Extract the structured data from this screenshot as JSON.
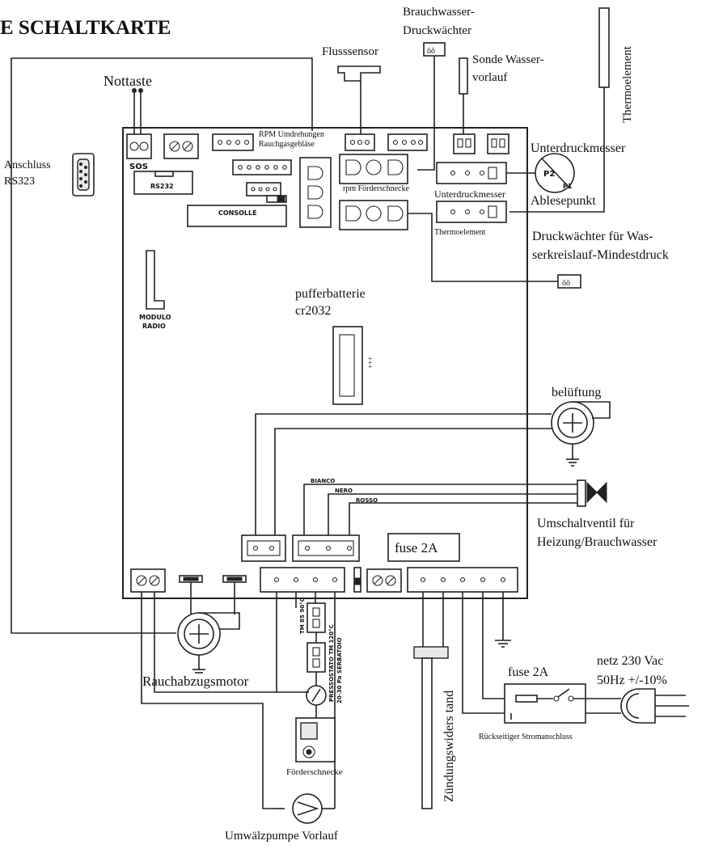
{
  "title": "E SCHALTKARTE",
  "labels": {
    "brauchwasser": "Brauchwasser-",
    "druckwaechter": "Druckwächter",
    "flusssensor": "Flusssensor",
    "sonde_1": "Sonde Wasser-",
    "sonde_2": "vorlauf",
    "thermoelement_side": "Thermoelement",
    "nottaste": "Nottaste",
    "anschluss_1": "Anschluss",
    "anschluss_2": "RS323",
    "sos": "SOS",
    "rs232": "RS232",
    "consolle": "CONSOLLE",
    "rpm_1": "RPM Umdrehungen",
    "rpm_2": "Rauchgasgebläse",
    "rpm_foerder": "rpm Förderschnecke",
    "unterdruckmesser": "Unterdruckmesser",
    "unterdruckmesser_small": "Unterdruckmesser",
    "ablesepunkt": "Ablesepunkt",
    "p1": "P1",
    "p2": "P2",
    "thermoelement_small": "Thermoelement",
    "dw_wasser_1": "Druckwächter für Was-",
    "dw_wasser_2": "serkreislauf-Mindestdruck",
    "modulo_1": "MODULO",
    "modulo_2": "RADIO",
    "puffer_1": "pufferbatterie",
    "puffer_2": "cr2032",
    "plus": "+++",
    "belueftung": "belüftung",
    "bianco": "BIANCO",
    "nero": "NERO",
    "rosso": "ROSSO",
    "umschalt_1": "Umschaltventil für",
    "umschalt_2": "Heizung/Brauchwasser",
    "fuse_board": "fuse 2A",
    "fuse_bottom": "fuse 2A",
    "netz_1": "netz 230 Vac",
    "netz_2": "50Hz +/-10%",
    "rueckseitig": "Rückseitiger Stromanschluss",
    "rauchabzug": "Rauchabzugsmotor",
    "zuendung": "Zündungswiders tand",
    "foerderschnecke": "Förderschnecke",
    "umwaelzpumpe": "Umwälzpumpe Vorlauf",
    "tm85": "TM 85 90°C",
    "pressostato": "PRESSOSTATO TM 120°C",
    "pressostato_2": "20-30 Pa SERBATOIO"
  }
}
